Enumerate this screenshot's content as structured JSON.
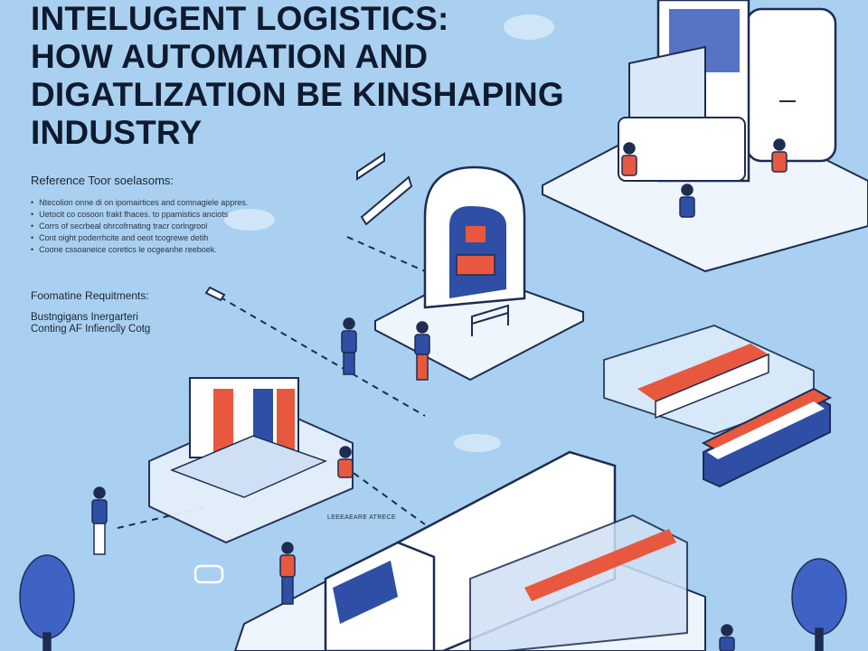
{
  "title": {
    "lines": [
      "INTELUGENT LOGISTICS:",
      "HOW AUTOMATION AND",
      "DIGATLIZATION BE KINSHAPING",
      "INDUSTRY"
    ]
  },
  "reference": {
    "heading": "Reference Toor soelasoms:",
    "items": [
      "Ntecolion onne di on ipomairtices and comnagiele appres.",
      "Uetocit co cosoon frakt fhaces. to ppamistics anciots",
      "Corrs of secrbeal ohrcofrnating tracr corlngrool",
      "Cont oight poderrhcite and oeot tcogrewe detih",
      "Coone cssoaneice coretics le ocgeanhe reeboek."
    ]
  },
  "requirements": {
    "heading": "Foomatine Requitments:",
    "lines": [
      "Bustngigans Inergarteri",
      "Conting AF Infienclly Cotg"
    ]
  },
  "small_label": "LEEEAEARE ATRECE",
  "colors": {
    "background": "#a9d0f0",
    "platform": "#eef5fc",
    "navy": "#2f4fa6",
    "red": "#e8583f",
    "outline": "#1e2c52",
    "tree": "#3f63c4"
  }
}
